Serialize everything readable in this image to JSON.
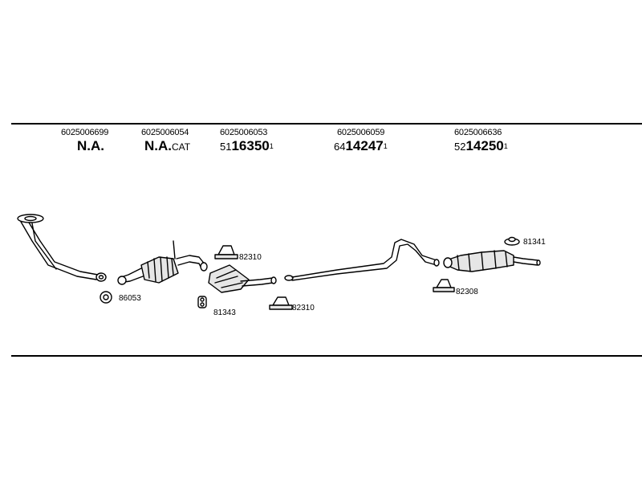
{
  "columns": [
    {
      "part_no": "6025006699",
      "code_prefix": "",
      "code_main": "N.A.",
      "code_suffix": "",
      "code_tail": ""
    },
    {
      "part_no": "6025006054",
      "code_prefix": "",
      "code_main": "N.A.",
      "code_suffix": "",
      "code_tail": "CAT"
    },
    {
      "part_no": "6025006053",
      "code_prefix": "51",
      "code_main": "16350",
      "code_suffix": "1",
      "code_tail": ""
    },
    {
      "part_no": "6025006059",
      "code_prefix": "64",
      "code_main": "14247",
      "code_suffix": "1",
      "code_tail": ""
    },
    {
      "part_no": "6025006636",
      "code_prefix": "52",
      "code_main": "14250",
      "code_suffix": "1",
      "code_tail": ""
    }
  ],
  "callouts": [
    "86053",
    "82310",
    "81343",
    "82310",
    "82308",
    "81341"
  ]
}
